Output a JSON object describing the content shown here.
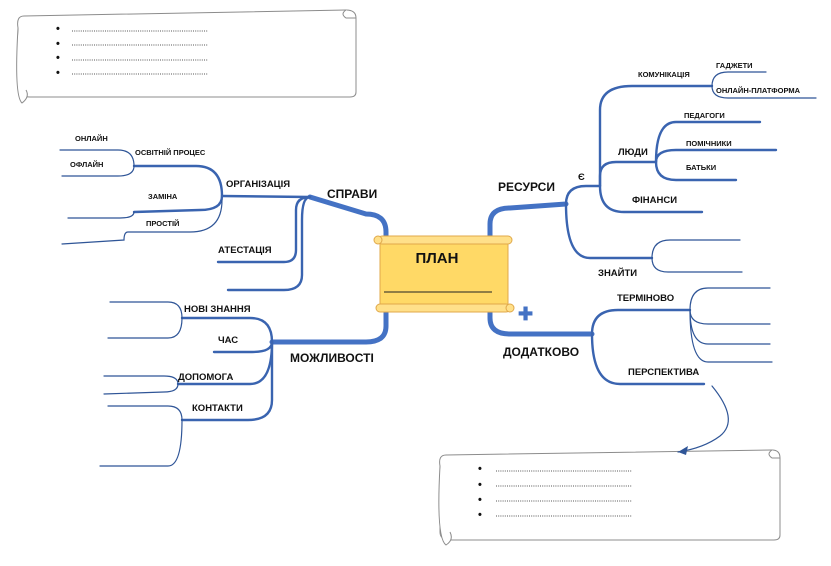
{
  "center": {
    "title": "ПЛАН"
  },
  "left": {
    "main": [
      "СПРАВИ",
      "МОЖЛИВОСТІ"
    ],
    "sprav": [
      "ОРГАНІЗАЦІЯ",
      "АТЕСТАЦІЯ"
    ],
    "org": [
      "ОСВІТНІЙ ПРОЦЕС",
      "ЗАМІНА",
      "ПРОСТІЙ"
    ],
    "osv": [
      "ОНЛАЙН",
      "ОФЛАЙН"
    ],
    "mozh": [
      "НОВІ ЗНАННЯ",
      "ЧАС",
      "ДОПОМОГА",
      "КОНТАКТИ"
    ]
  },
  "right": {
    "main": [
      "РЕСУРСИ",
      "ДОДАТКОВО"
    ],
    "res_marker": "Є",
    "res": [
      "ЛЮДИ",
      "ФІНАНСИ",
      "ЗНАЙТИ"
    ],
    "komunikacia": "КОМУНІКАЦІЯ",
    "kom": [
      "ГАДЖЕТИ",
      "ОНЛАЙН-ПЛАТФОРМА"
    ],
    "ludy": [
      "ПЕДАГОГИ",
      "ПОМІЧНИКИ",
      "БАТЬКИ"
    ],
    "dod": [
      "ТЕРМІНОВО",
      "ПЕРСПЕКТИВА"
    ],
    "plus": "✚"
  },
  "notes": {
    "top_left": {
      "bullets": [
        "•",
        "•",
        "•",
        "•"
      ]
    },
    "bottom_right": {
      "bullets": [
        "•",
        "•",
        "•",
        "•"
      ]
    }
  },
  "colors": {
    "branch": "#4472c4",
    "thin": "#2f5597",
    "center_fill": "#ffd966",
    "center_border": "#e0a84a"
  }
}
